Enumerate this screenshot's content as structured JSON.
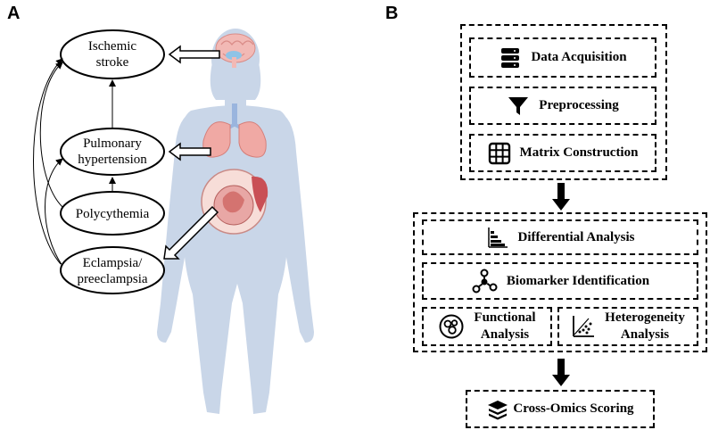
{
  "panel_a": {
    "label": "A",
    "nodes": {
      "stroke_line1": "Ischemic",
      "stroke_line2": "stroke",
      "ph_line1": "Pulmonary",
      "ph_line2": "hypertension",
      "poly": "Polycythemia",
      "ecl_line1": "Eclampsia/",
      "ecl_line2": "preeclampsia"
    }
  },
  "panel_b": {
    "label": "B",
    "steps": {
      "data_acquisition": "Data Acquisition",
      "preprocessing": "Preprocessing",
      "matrix_construction": "Matrix Construction",
      "differential_analysis": "Differential Analysis",
      "biomarker_identification": "Biomarker Identification",
      "functional_line1": "Functional",
      "functional_line2": "Analysis",
      "heterogeneity_line1": "Heterogeneity",
      "heterogeneity_line2": "Analysis",
      "cross_omics": "Cross-Omics Scoring"
    }
  }
}
